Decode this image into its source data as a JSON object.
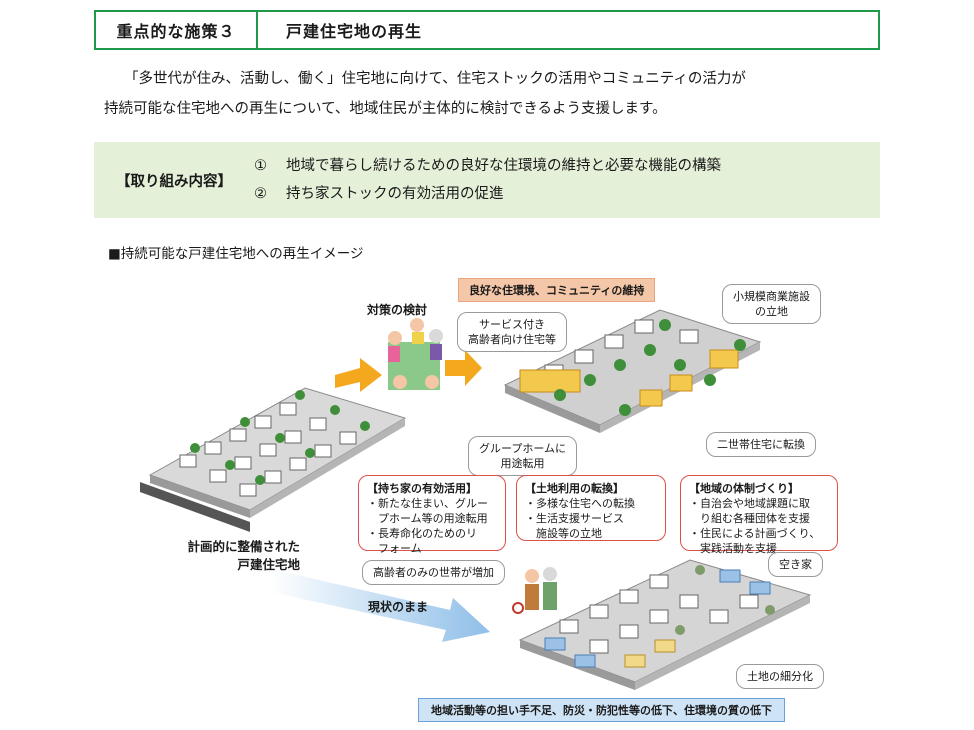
{
  "header": {
    "label": "重点的な施策３",
    "title": "戸建住宅地の再生"
  },
  "intro": {
    "line1": "「多世代が住み、活動し、働く」住宅地に向けて、住宅ストックの活用やコミュニティの活力が",
    "line2": "持続可能な住宅地への再生について、地域住民が主体的に検討できるよう支援します。"
  },
  "efforts": {
    "label": "【取り組み内容】",
    "items": [
      {
        "num": "①",
        "text": "地域で暮らし続けるための良好な住環境の維持と必要な機能の構築"
      },
      {
        "num": "②",
        "text": "持ち家ストックの有効活用の促進"
      }
    ]
  },
  "figure": {
    "caption": "■持続可能な戸建住宅地への再生イメージ",
    "planned_area": "計画的に整備された\n戸建住宅地",
    "study": "対策の検討",
    "maintain": "良好な住環境、コミュニティの維持",
    "service_housing": "サービス付き\n高齢者向け住宅等",
    "small_commercial": "小規模商業施設\nの立地",
    "group_home": "グループホームに\n用途転用",
    "two_generation": "二世帯住宅に転換",
    "box_own_home": {
      "title": "【持ち家の有効活用】",
      "lines": [
        "・新たな住まい、グルー",
        "　プホーム等の用途転用",
        "・長寿命化のためのリ",
        "　フォーム"
      ]
    },
    "box_land_use": {
      "title": "【土地利用の転換】",
      "lines": [
        "・多様な住宅への転換",
        "・生活支援サービス",
        "　施設等の立地"
      ]
    },
    "box_community": {
      "title": "【地域の体制づくり】",
      "lines": [
        "・自治会や地域課題に取",
        "　り組む各種団体を支援",
        "・住民による計画づくり、",
        "　実践活動を支援"
      ]
    },
    "elderly_only": "高齢者のみの世帯が増加",
    "vacant_house": "空き家",
    "status_quo": "現状のまま",
    "subdivision": "土地の細分化",
    "decline_bar": "地域活動等の担い手不足、防災・防犯性等の低下、住環境の質の低下"
  },
  "colors": {
    "header_border": "#1f9a4a",
    "efforts_bg": "#e5f0d9",
    "orange_arrow": "#f4a81d",
    "blue_arrow": "#8fbfe8",
    "red_border": "#d9524a"
  }
}
